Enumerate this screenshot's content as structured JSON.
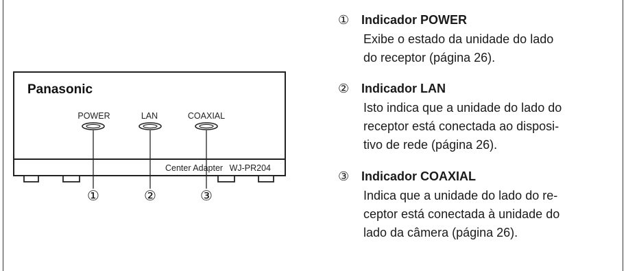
{
  "device": {
    "brand": "Panasonic",
    "indicator_labels": [
      "POWER",
      "LAN",
      "COAXIAL"
    ],
    "model_text": "Center Adapter",
    "model_number": "WJ-PR204",
    "callouts": [
      "①",
      "②",
      "③"
    ]
  },
  "items": [
    {
      "number": "①",
      "title": "Indicador POWER",
      "description_lines": [
        "Exibe o estado da unidade do lado",
        "do receptor (página 26)."
      ]
    },
    {
      "number": "②",
      "title": "Indicador LAN",
      "description_lines": [
        "Isto indica que a unidade do lado do",
        "receptor está conectada ao disposi-",
        "tivo de rede (página 26)."
      ]
    },
    {
      "number": "③",
      "title": "Indicador COAXIAL",
      "description_lines": [
        "Indica que a unidade do lado do re-",
        "ceptor está conectada à unidade do",
        "lado da câmera (página 26)."
      ]
    }
  ]
}
